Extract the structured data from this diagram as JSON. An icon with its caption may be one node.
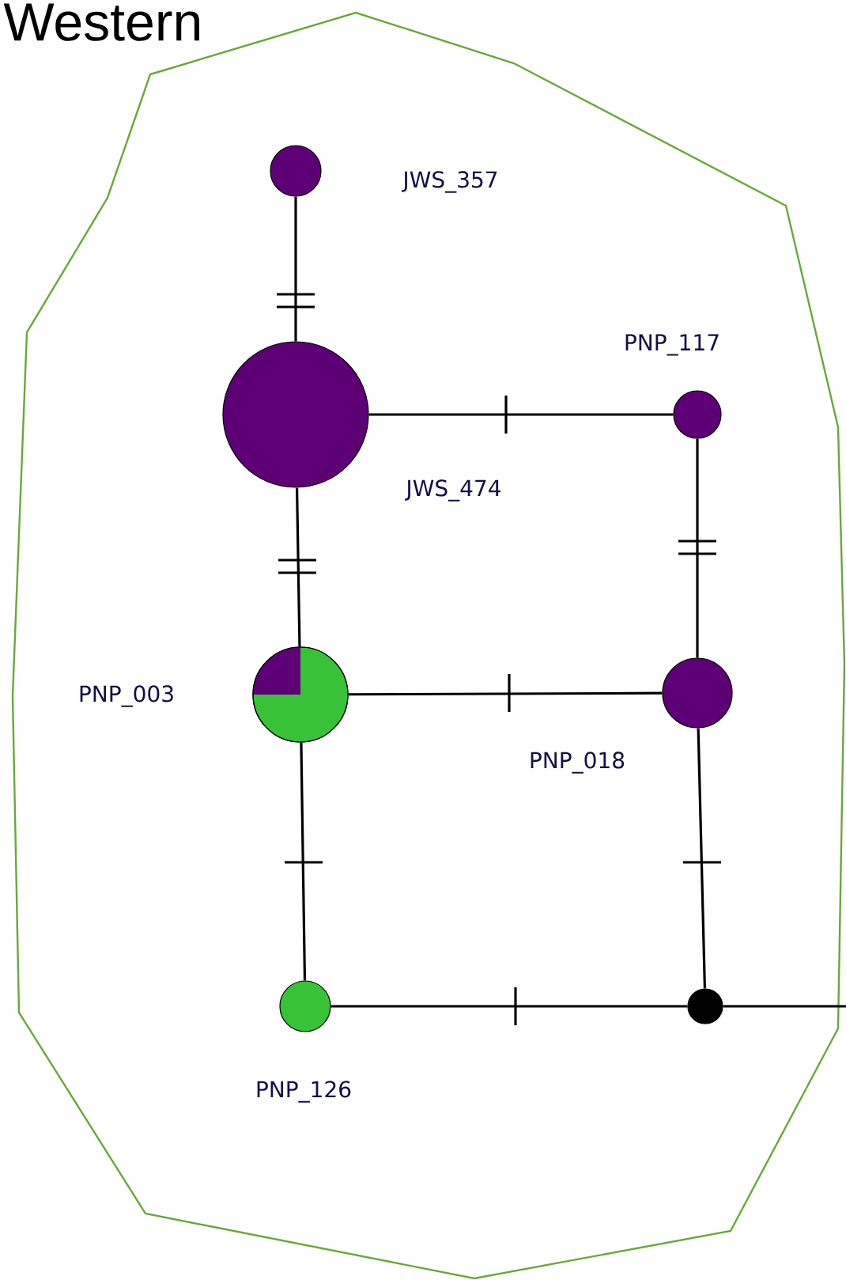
{
  "diagram": {
    "title": "Western",
    "nodes": [
      {
        "text": [
          "JWS_357"
        ]
      },
      {
        "text": [
          "JWS_474"
        ]
      },
      {
        "text": [
          "PNP_117"
        ]
      },
      {
        "text": [
          "PNP_003"
        ]
      },
      {
        "text": [
          "PNP_018"
        ]
      },
      {
        "text": [
          "PNP_126"
        ]
      },
      {
        "text": [],
        "shape": "circle"
      }
    ],
    "edges": [
      {
        "from": 0,
        "to": 1,
        "arrow": "none"
      },
      {
        "from": 1,
        "to": 2,
        "arrow": "none"
      },
      {
        "from": 1,
        "to": 3,
        "arrow": "none"
      },
      {
        "from": 2,
        "to": 4,
        "arrow": "none"
      },
      {
        "from": 3,
        "to": 4,
        "arrow": "none"
      },
      {
        "from": 3,
        "to": 5,
        "arrow": "none"
      },
      {
        "from": 4,
        "to": 6,
        "arrow": "none"
      },
      {
        "from": 5,
        "to": 6,
        "arrow": "none"
      },
      {
        "from": 6,
        "to": null,
        "arrow": "none"
      }
    ]
  }
}
